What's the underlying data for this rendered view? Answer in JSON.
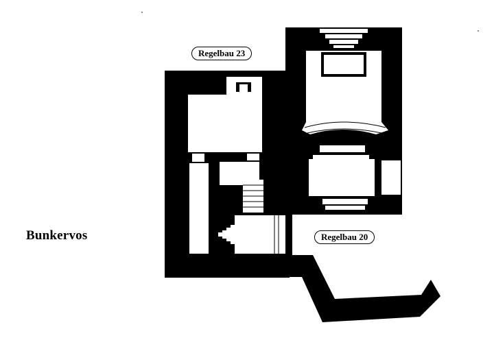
{
  "site": {
    "title": "Bunkervos"
  },
  "bunkers": [
    {
      "name": "Regelbau 23"
    },
    {
      "name": "Regelbau 20"
    }
  ],
  "colors": {
    "ink": "#000000",
    "paper": "#ffffff"
  }
}
